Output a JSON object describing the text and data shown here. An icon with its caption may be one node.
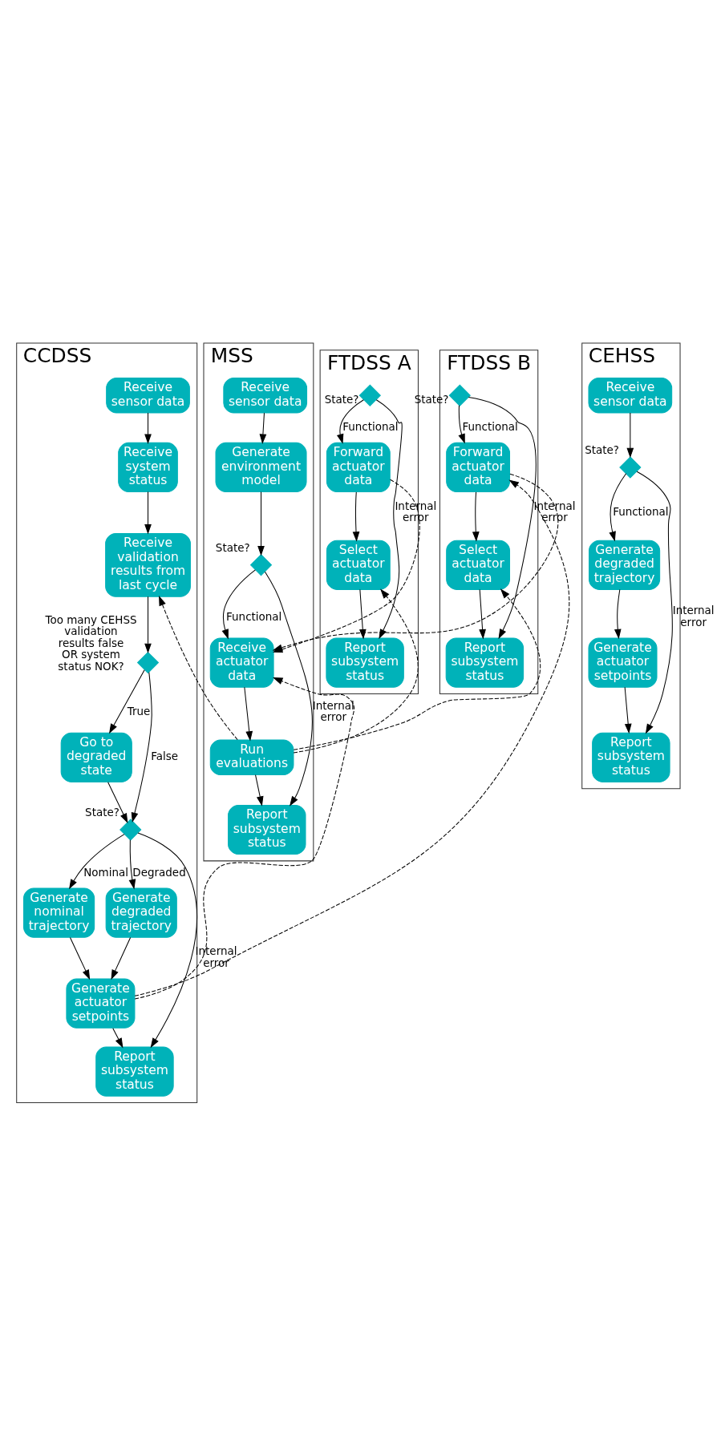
{
  "diagram": {
    "nodes": [
      {
        "text": [
          "CCDSS"
        ]
      },
      {
        "text": [
          "Receive sensor data"
        ],
        "in": 0
      },
      {
        "text": [
          "Receive system status"
        ],
        "in": 0
      },
      {
        "text": [
          "Receive validation results from last cycle"
        ],
        "in": 0
      },
      {
        "text": [
          "Too many CEHSS validation results false OR system status NOK?"
        ],
        "in": 0
      },
      {
        "text": [
          "Go to degraded state"
        ],
        "in": 0
      },
      {
        "text": [
          "State?"
        ],
        "in": 0
      },
      {
        "text": [
          "Generate nominal trajectory"
        ],
        "in": 0
      },
      {
        "text": [
          "Generate degraded trajectory"
        ],
        "in": 0
      },
      {
        "text": [
          "Generate actuator setpoints"
        ],
        "in": 0
      },
      {
        "text": [
          "Report subsystem status"
        ],
        "in": 0
      },
      {
        "text": [
          "CEHSS"
        ]
      },
      {
        "text": [
          "Receive sensor data"
        ],
        "in": 11
      },
      {
        "text": [
          "State?"
        ],
        "in": 11
      },
      {
        "text": [
          "Generate degraded trajectory"
        ],
        "in": 11
      },
      {
        "text": [
          "Generate actuator setpoints"
        ],
        "in": 11
      },
      {
        "text": [
          "Report subsystem status"
        ],
        "in": 11
      },
      {
        "text": [
          "MSS"
        ]
      },
      {
        "text": [
          "Receive sensor data"
        ],
        "in": 17
      },
      {
        "text": [
          "Generate environment model"
        ],
        "in": 17
      },
      {
        "text": [
          "State?"
        ],
        "in": 17
      },
      {
        "text": [
          "Receive actuator data"
        ],
        "in": 17
      },
      {
        "text": [
          "Run evaluations"
        ],
        "in": 17
      },
      {
        "text": [
          "Report subsystem status"
        ],
        "in": 17
      },
      {
        "text": [
          "FTDSS A"
        ]
      },
      {
        "text": [
          "State?"
        ],
        "in": 24
      },
      {
        "text": [
          "Forward actuator data"
        ],
        "in": 24
      },
      {
        "text": [
          "Select actuator data"
        ],
        "in": 24
      },
      {
        "text": [
          "Report subsystem status"
        ],
        "in": 24
      },
      {
        "text": [
          "FTDSS B"
        ]
      },
      {
        "text": [
          "State?"
        ],
        "in": 29
      },
      {
        "text": [
          "Forward actuator data"
        ],
        "in": 29
      },
      {
        "text": [
          "Select actuator data"
        ],
        "in": 29
      },
      {
        "text": [
          "Report subsystem status"
        ],
        "in": 29
      }
    ],
    "edges": [
      {
        "from": 1,
        "to": 2,
        "arrow": "to"
      },
      {
        "from": 2,
        "to": 3,
        "arrow": "to"
      },
      {
        "from": 3,
        "to": 4,
        "arrow": "to"
      },
      {
        "from": 4,
        "to": 5,
        "arrow": "to",
        "label": "True"
      },
      {
        "from": 4,
        "to": 6,
        "arrow": "to",
        "label": "False"
      },
      {
        "from": 5,
        "to": 6,
        "arrow": "to"
      },
      {
        "from": 6,
        "to": 7,
        "arrow": "to",
        "label": "Nominal"
      },
      {
        "from": 6,
        "to": 8,
        "arrow": "to",
        "label": "Degraded"
      },
      {
        "from": 6,
        "to": 10,
        "arrow": "to",
        "label": "Internal error"
      },
      {
        "from": 7,
        "to": 9,
        "arrow": "to"
      },
      {
        "from": 8,
        "to": 9,
        "arrow": "to"
      },
      {
        "from": 9,
        "to": 10,
        "arrow": "to"
      },
      {
        "from": 12,
        "to": 13,
        "arrow": "to"
      },
      {
        "from": 13,
        "to": 14,
        "arrow": "to",
        "label": "Functional"
      },
      {
        "from": 13,
        "to": 16,
        "arrow": "to",
        "label": "Internal error"
      },
      {
        "from": 14,
        "to": 15,
        "arrow": "to"
      },
      {
        "from": 15,
        "to": 16,
        "arrow": "to"
      },
      {
        "from": 18,
        "to": 19,
        "arrow": "to"
      },
      {
        "from": 19,
        "to": 20,
        "arrow": "to"
      },
      {
        "from": 20,
        "to": 21,
        "arrow": "to",
        "label": "Functional"
      },
      {
        "from": 20,
        "to": 23,
        "arrow": "to",
        "label": "Internal error"
      },
      {
        "from": 21,
        "to": 22,
        "arrow": "to"
      },
      {
        "from": 22,
        "to": 23,
        "arrow": "to"
      },
      {
        "from": 25,
        "to": 26,
        "arrow": "to",
        "label": "Functional"
      },
      {
        "from": 25,
        "to": 28,
        "arrow": "to",
        "label": "Internal error"
      },
      {
        "from": 26,
        "to": 27,
        "arrow": "to"
      },
      {
        "from": 27,
        "to": 28,
        "arrow": "to"
      },
      {
        "from": 30,
        "to": 31,
        "arrow": "to",
        "label": "Functional"
      },
      {
        "from": 30,
        "to": 33,
        "arrow": "to",
        "label": "Internal error"
      },
      {
        "from": 31,
        "to": 32,
        "arrow": "to"
      },
      {
        "from": 32,
        "to": 33,
        "arrow": "to"
      },
      {
        "from": 9,
        "to": 21,
        "arrow": "to",
        "style": "dashed"
      },
      {
        "from": 9,
        "to": 31,
        "arrow": "to",
        "style": "dashed"
      },
      {
        "from": 26,
        "to": 21,
        "arrow": "to",
        "style": "dashed"
      },
      {
        "from": 31,
        "to": 21,
        "arrow": "to",
        "style": "dashed"
      },
      {
        "from": 22,
        "to": 27,
        "arrow": "to",
        "style": "dashed"
      },
      {
        "from": 22,
        "to": 32,
        "arrow": "to",
        "style": "dashed"
      },
      {
        "from": 22,
        "to": 3,
        "arrow": "to",
        "style": "dashed"
      }
    ]
  }
}
